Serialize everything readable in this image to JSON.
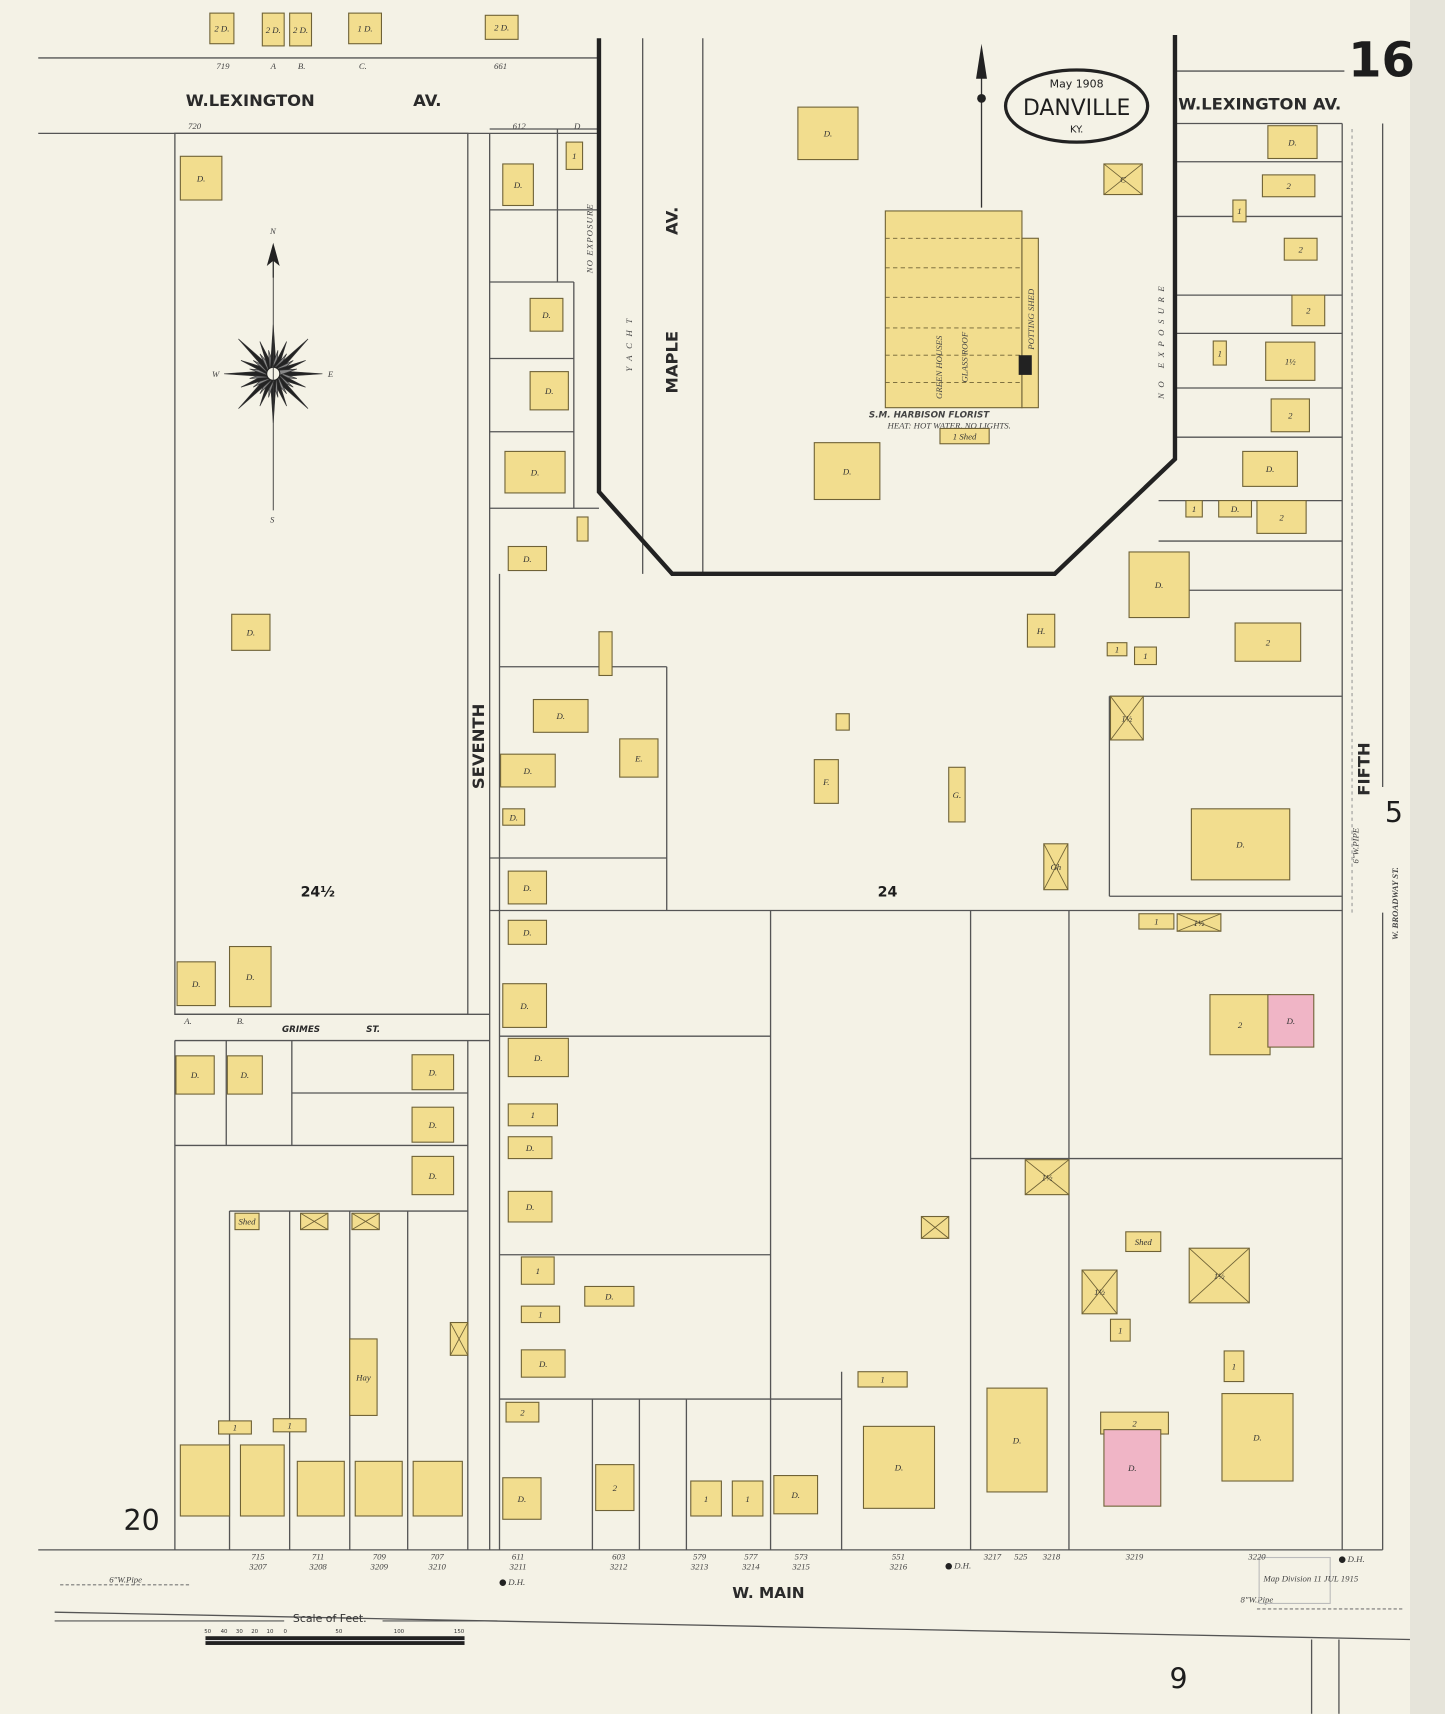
{
  "title_cartouche": {
    "date": "May 1908",
    "city": "DANVILLE",
    "state": "KY."
  },
  "sheet_number": "16",
  "adjoining_sheets": {
    "left": "20",
    "bottom": "9",
    "right": "5"
  },
  "streets": {
    "lexington_left": "W.LEXINGTON",
    "lexington_left_av": "AV.",
    "lexington_right": "W.LEXINGTON AV.",
    "maple": "MAPLE",
    "maple_av": "AV.",
    "seventh": "SEVENTH",
    "fifth": "FIFTH",
    "grimes": "GRIMES",
    "grimes_st": "ST.",
    "main": "W. MAIN",
    "broadway": "W. BROADWAY ST."
  },
  "blocks": {
    "left": "24½",
    "right": "24"
  },
  "annotations": {
    "florist": "S.M. HARBISON FLORIST",
    "florist_note": "HEAT: HOT WATER, NO LIGHTS.",
    "potting_shed": "POTTING SHED",
    "green_houses": "GREEN HOUSES",
    "glass_roof": "GLASS ROOF",
    "no_exposure_1": "NO EXPOSURE",
    "no_exposure_2": "NO EXPOSURE",
    "yacht": "YACHT",
    "water_pipe_left": "6\"W.Pipe",
    "water_pipe_right": "8\"W.Pipe",
    "water_pipe_fifth": "6\"W.PIPE",
    "stamp": "Map Division 11 JUL 1915"
  },
  "compass": {
    "n": "N",
    "s": "S",
    "e": "E",
    "w": "W"
  },
  "scale": {
    "title": "Scale of Feet.",
    "ticks": [
      "50",
      "40",
      "30",
      "20",
      "10",
      "0",
      "50",
      "100",
      "150"
    ]
  },
  "addresses": {
    "lexington_top": [
      "719",
      "A",
      "B.",
      "C.",
      "661"
    ],
    "lexington_block": [
      "720",
      "612",
      "D"
    ],
    "grimes": [
      "A.",
      "B."
    ],
    "main": [
      "715 3207",
      "711 3208",
      "709 3209",
      "707 3210",
      "611 3211",
      "603 3212",
      "579 3213",
      "577 3214",
      "573 3215",
      "551 3216",
      "3217",
      "525",
      "3218",
      "3219",
      "3220"
    ],
    "hydrants": [
      "D.H.",
      "D.H.",
      "D.H."
    ]
  },
  "buildings": [
    {
      "label": "2 D."
    },
    {
      "label": "2 D."
    },
    {
      "label": "2 D."
    },
    {
      "label": "1 D."
    },
    {
      "label": "2 D."
    },
    {
      "label": "D."
    },
    {
      "label": ""
    },
    {
      "label": ""
    },
    {
      "label": "1 Shed"
    },
    {
      "label": "D."
    },
    {
      "label": "C"
    },
    {
      "label": "D."
    },
    {
      "label": "2"
    },
    {
      "label": "1"
    },
    {
      "label": "2"
    },
    {
      "label": "2"
    },
    {
      "label": "1"
    },
    {
      "label": "1½"
    },
    {
      "label": "2"
    },
    {
      "label": "D."
    },
    {
      "label": "1"
    },
    {
      "label": "D."
    },
    {
      "label": "2"
    },
    {
      "label": "D."
    },
    {
      "label": "2"
    },
    {
      "label": "H."
    },
    {
      "label": "1"
    },
    {
      "label": "1"
    },
    {
      "label": "1½"
    },
    {
      "label": "D."
    },
    {
      "label": "Gh"
    },
    {
      "label": "1"
    },
    {
      "label": "1½"
    },
    {
      "label": "2"
    },
    {
      "label": "D."
    },
    {
      "label": "1½"
    },
    {
      "label": ""
    },
    {
      "label": "Shed"
    },
    {
      "label": "1½"
    },
    {
      "label": "1½"
    },
    {
      "label": "1"
    },
    {
      "label": "1"
    },
    {
      "label": "D."
    },
    {
      "label": "2"
    },
    {
      "label": "D."
    },
    {
      "label": "D."
    },
    {
      "label": "D."
    },
    {
      "label": "1"
    },
    {
      "label": "D."
    },
    {
      "label": "1"
    },
    {
      "label": "1"
    },
    {
      "label": "2"
    },
    {
      "label": "D."
    },
    {
      "label": "2"
    },
    {
      "label": "D."
    },
    {
      "label": "1"
    },
    {
      "label": "D."
    },
    {
      "label": "1"
    },
    {
      "label": "D."
    },
    {
      "label": "D."
    },
    {
      "label": "1"
    },
    {
      "label": "D."
    },
    {
      "label": "D."
    },
    {
      "label": "D."
    },
    {
      "label": "D."
    },
    {
      "label": "D."
    },
    {
      "label": "D."
    },
    {
      "label": "D."
    },
    {
      "label": "1"
    },
    {
      "label": "E."
    },
    {
      "label": "F."
    },
    {
      "label": "G."
    },
    {
      "label": ""
    },
    {
      "label": "D."
    },
    {
      "label": "D."
    },
    {
      "label": "D."
    },
    {
      "label": "D."
    },
    {
      "label": "D."
    },
    {
      "label": "D."
    },
    {
      "label": "D."
    },
    {
      "label": "D."
    },
    {
      "label": "D."
    },
    {
      "label": "D."
    },
    {
      "label": "D."
    },
    {
      "label": "D."
    },
    {
      "label": "D."
    },
    {
      "label": "D."
    },
    {
      "label": "Hay"
    },
    {
      "label": ""
    },
    {
      "label": ""
    },
    {
      "label": "Shed"
    },
    {
      "label": ""
    },
    {
      "label": "1"
    },
    {
      "label": "1"
    }
  ],
  "colors": {
    "paper": "#f4f2e6",
    "frame": "#f2dd8e",
    "brick": "#f0b5c6",
    "ink": "#2a2a2a"
  }
}
